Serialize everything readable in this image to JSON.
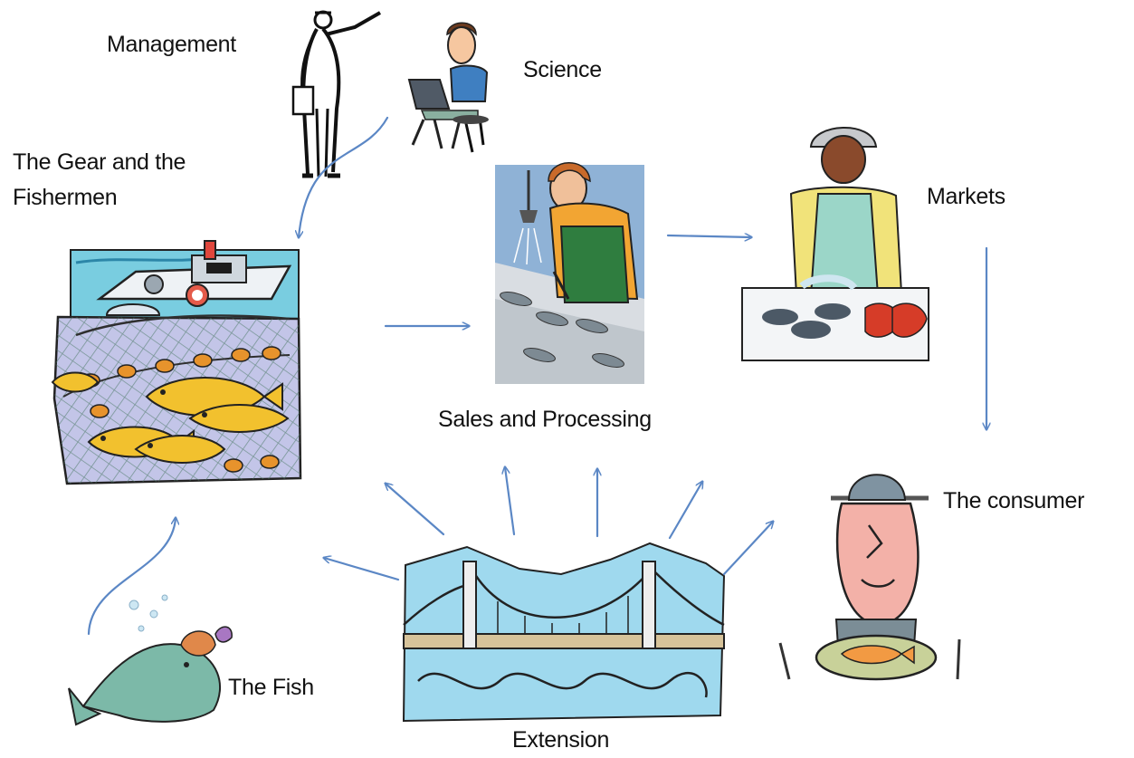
{
  "labels": {
    "management": "Management",
    "science": "Science",
    "gear_line1": "The Gear and the",
    "gear_line2": "Fishermen",
    "markets": "Markets",
    "sales": "Sales and Processing",
    "consumer": "The consumer",
    "fish": "The Fish",
    "extension": "Extension"
  },
  "icons": {
    "management": "pointing-manager-icon",
    "science": "scientist-with-laptop-icon",
    "gear": "fishing-boat-and-net-icon",
    "sales": "fish-processing-worker-icon",
    "markets": "fish-market-vendor-icon",
    "consumer": "consumer-with-fish-plate-icon",
    "fish": "fish-icon",
    "extension": "bridge-icon"
  },
  "colors": {
    "arrow": "#5b87c5",
    "text": "#111111",
    "water": "#9fd9ee",
    "fish_yellow": "#f2c12e"
  }
}
